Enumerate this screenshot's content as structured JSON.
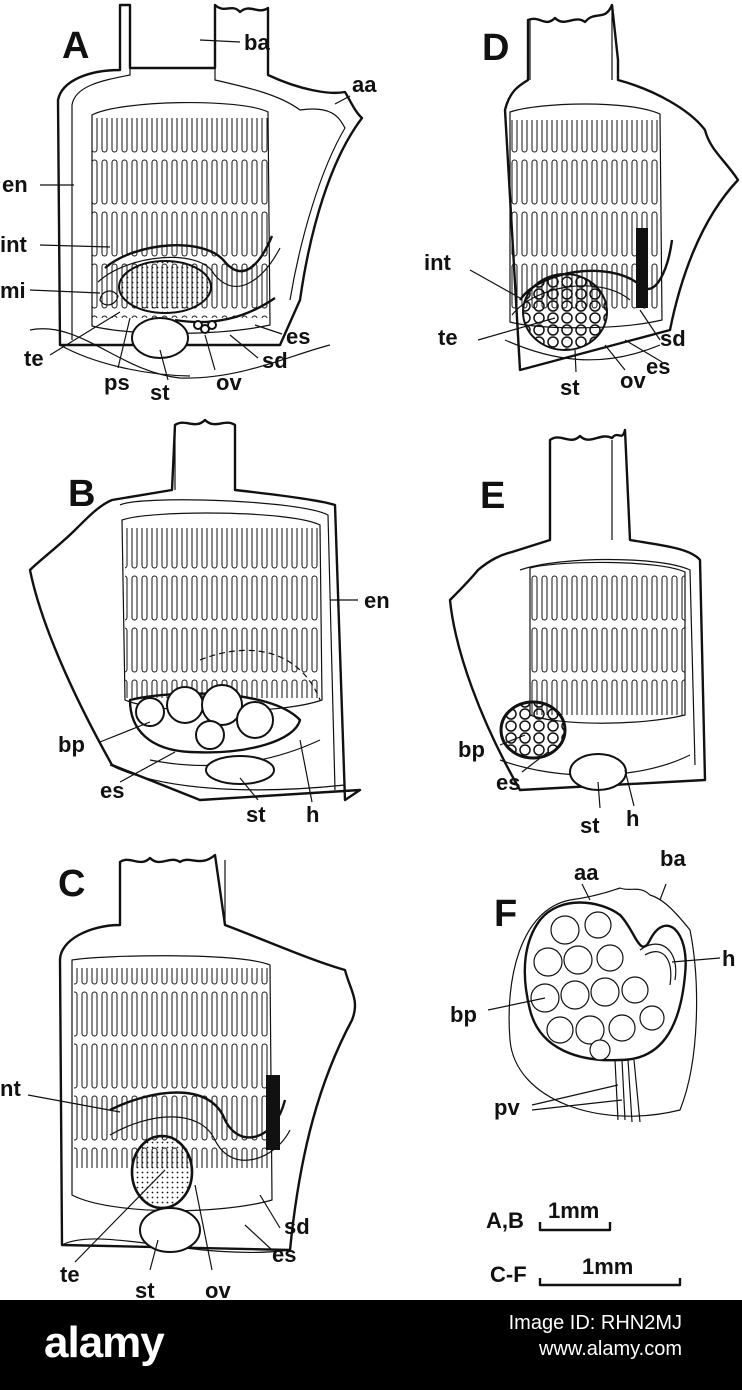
{
  "panels": {
    "A": {
      "label": "A",
      "labels": [
        "ba",
        "aa",
        "en",
        "int",
        "mi",
        "te",
        "ps",
        "st",
        "ov",
        "sd",
        "es"
      ]
    },
    "B": {
      "label": "B",
      "labels": [
        "en",
        "bp",
        "es",
        "st",
        "h"
      ]
    },
    "C": {
      "label": "C",
      "labels": [
        "nt",
        "sd",
        "es",
        "te",
        "st",
        "ov"
      ]
    },
    "D": {
      "label": "D",
      "labels": [
        "int",
        "te",
        "sd",
        "es",
        "st",
        "ov"
      ]
    },
    "E": {
      "label": "E",
      "labels": [
        "bp",
        "es",
        "st",
        "h"
      ]
    },
    "F": {
      "label": "F",
      "labels": [
        "aa",
        "ba",
        "h",
        "bp",
        "pv"
      ]
    }
  },
  "scale": {
    "ab_prefix": "A,B",
    "ab_text": "1mm",
    "cf_prefix": "C-F",
    "cf_text": "1mm"
  },
  "footer": {
    "brand": "alamy",
    "image_id": "Image ID: RHN2MJ",
    "url": "www.alamy.com"
  },
  "colors": {
    "ink": "#111111",
    "paper": "#ffffff",
    "footer_bg": "#000000"
  }
}
